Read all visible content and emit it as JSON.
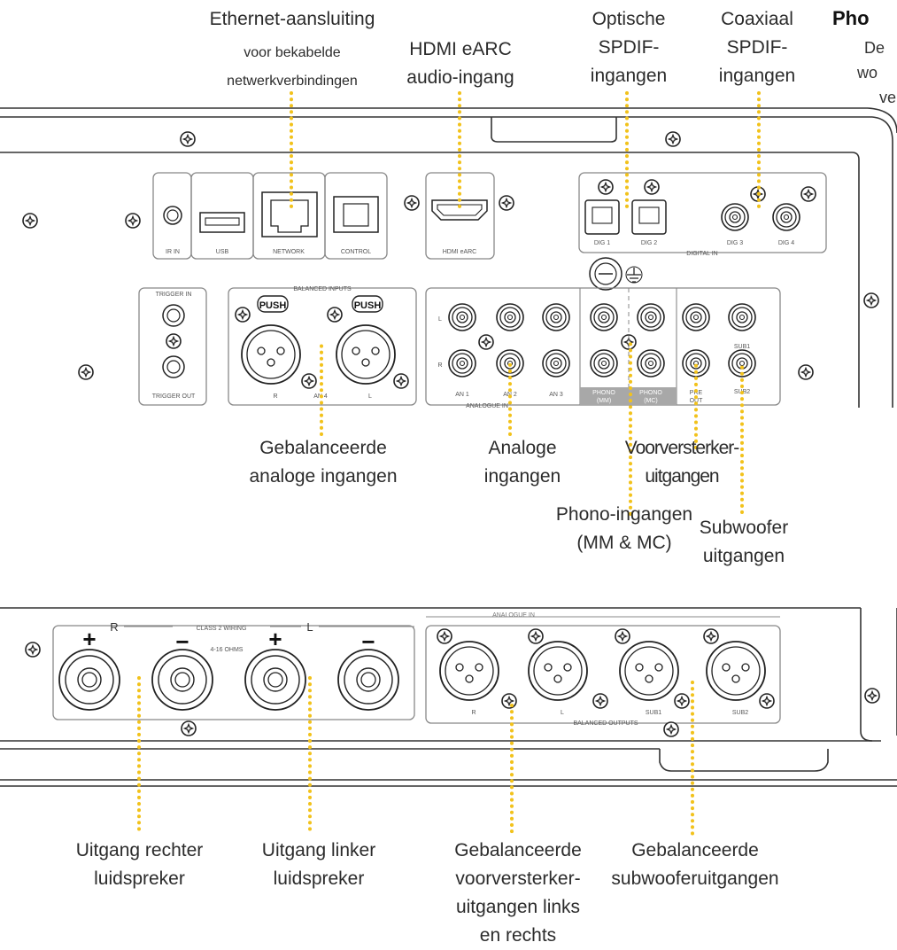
{
  "callouts": {
    "ethernet": {
      "line1": "Ethernet-aansluiting",
      "line2": "voor bekabelde",
      "line3": "netwerkverbindingen"
    },
    "hdmi": {
      "line1": "HDMI eARC",
      "line2": "audio-ingang"
    },
    "optical": {
      "line1": "Optische",
      "line2": "SPDIF-",
      "line3": "ingangen"
    },
    "coax": {
      "line1": "Coaxiaal",
      "line2": "SPDIF-",
      "line3": "ingangen"
    },
    "balanced_in": {
      "line1": "Gebalanceerde",
      "line2": "analoge ingangen"
    },
    "analogue_in": {
      "line1": "Analoge",
      "line2": "ingangen"
    },
    "pre_out": {
      "line1": "Voorversterker-",
      "line2": "uitgangen"
    },
    "phono": {
      "line1": "Phono-ingangen",
      "line2": "(MM & MC)"
    },
    "sub_out": {
      "line1": "Subwoofer",
      "line2": "uitgangen"
    },
    "right_speaker": {
      "line1": "Uitgang rechter",
      "line2": "luidspreker"
    },
    "left_speaker": {
      "line1": "Uitgang linker",
      "line2": "luidspreker"
    },
    "balanced_pre": {
      "line1": "Gebalanceerde",
      "line2": "voorversterker-",
      "line3": "uitgangen links",
      "line4": "en rechts"
    },
    "balanced_sub": {
      "line1": "Gebalanceerde",
      "line2": "subwooferuitgangen"
    }
  },
  "side_title": "Pho",
  "side_lines": [
    "De",
    "wo",
    "ve"
  ],
  "panel": {
    "ir_in": "IR IN",
    "usb": "USB",
    "network": "NETWORK",
    "control": "CONTROL",
    "hdmi_earc": "HDMI eARC",
    "digital_in": "DIGITAL IN",
    "dig1": "DIG 1",
    "dig2": "DIG 2",
    "dig3": "DIG 3",
    "dig4": "DIG 4",
    "trigger_in": "TRIGGER IN",
    "trigger_out": "TRIGGER OUT",
    "balanced_inputs": "BALANCED INPUTS",
    "push": "PUSH",
    "bal_r": "R",
    "bal_an4": "AN 4",
    "bal_l": "L",
    "an_l": "L",
    "an_r": "R",
    "an1": "AN 1",
    "an2": "AN 2",
    "an3": "AN 3",
    "analogue_in": "ANALOGUE IN",
    "phono_mm1": "PHONO",
    "phono_mm2": "(MM)",
    "phono_mc1": "PHONO",
    "phono_mc2": "(MC)",
    "pre_out1": "PRE",
    "pre_out2": "OUT",
    "sub1": "SUB1",
    "sub2": "SUB2",
    "class2": "CLASS 2 WIRING",
    "ohms": "4-16 OHMS",
    "spk_r": "R",
    "spk_l": "L",
    "plus": "+",
    "minus": "−",
    "out_r": "R",
    "out_l": "L",
    "out_sub1": "SUB1",
    "out_sub2": "SUB2",
    "balanced_outputs": "BALANCED OUTPUTS",
    "analogue_in_cut": "ANALOGUE IN"
  },
  "colors": {
    "accent_dots": "#f2c21b",
    "line": "#555555",
    "phono_box": "#a8a8a8"
  }
}
